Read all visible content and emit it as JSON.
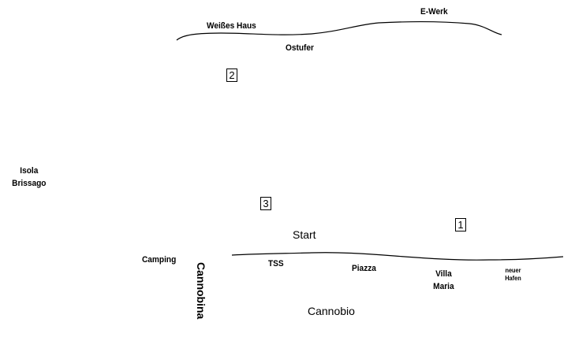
{
  "shore_north": {
    "houses": "Weißes Haus",
    "power": "E-Werk",
    "name": "Ostufer"
  },
  "markers": {
    "m1": "1",
    "m2": "2",
    "m3": "3"
  },
  "places": {
    "isola": "Isola",
    "brissago": "Brissago",
    "start": "Start",
    "camping": "Camping",
    "river": "Cannobina",
    "tss": "TSS",
    "piazza": "Piazza",
    "villa": "Villa",
    "maria": "Maria",
    "neuer": "neuer",
    "hafen": "Hafen",
    "town": "Cannobio"
  },
  "colors": {
    "ink": "#000000",
    "background": "#ffffff"
  }
}
